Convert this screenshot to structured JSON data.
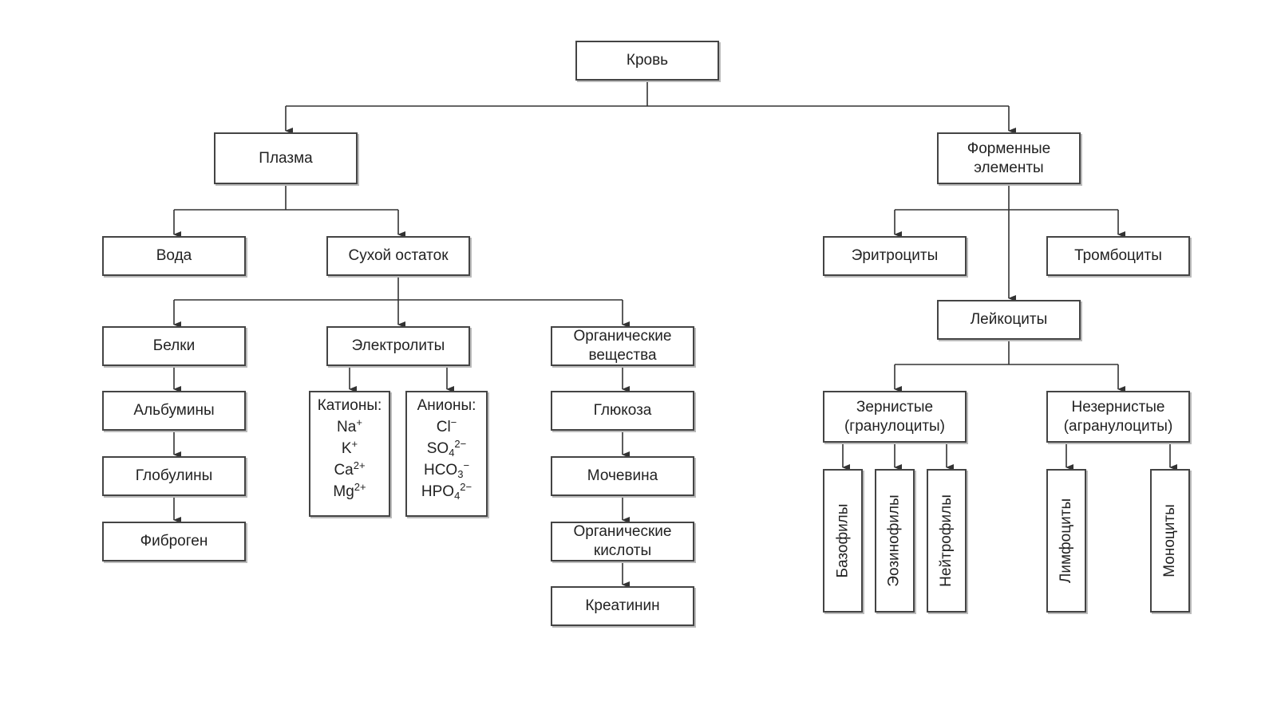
{
  "root": "Кровь",
  "plasma": {
    "label": "Плазма",
    "water": "Вода",
    "dry": "Сухой остаток",
    "proteins": {
      "label": "Белки",
      "items": [
        "Альбумины",
        "Глобулины",
        "Фиброген"
      ]
    },
    "electrolytes": {
      "label": "Электролиты",
      "cations": {
        "title": "Катионы:",
        "items": [
          {
            "base": "Na",
            "sub": "",
            "sup": "+"
          },
          {
            "base": "K",
            "sub": "",
            "sup": "+"
          },
          {
            "base": "Ca",
            "sub": "",
            "sup": "2+"
          },
          {
            "base": "Mg",
            "sub": "",
            "sup": "2+"
          }
        ]
      },
      "anions": {
        "title": "Анионы:",
        "items": [
          {
            "base": "Cl",
            "sub": "",
            "sup": "−"
          },
          {
            "base": "SO",
            "sub": "4",
            "sup": "2−"
          },
          {
            "base": "HCO",
            "sub": "3",
            "sup": "−"
          },
          {
            "base": "HPO",
            "sub": "4",
            "sup": "2−"
          }
        ]
      }
    },
    "organic": {
      "label": "Органические\nвещества",
      "items": [
        "Глюкоза",
        "Мочевина",
        "Органические\nкислоты",
        "Креатинин"
      ]
    }
  },
  "formed": {
    "label": "Форменные\nэлементы",
    "erythrocytes": "Эритроциты",
    "platelets": "Тромбоциты",
    "leukocytes": "Лейкоциты",
    "granular": {
      "label": "Зернистые\n(гранулоциты)",
      "items": [
        "Базофилы",
        "Эозинофилы",
        "Нейтрофилы"
      ]
    },
    "agranular": {
      "label": "Незернистые\n(агранулоциты)",
      "items": [
        "Лимфоциты",
        "Моноциты"
      ]
    }
  }
}
